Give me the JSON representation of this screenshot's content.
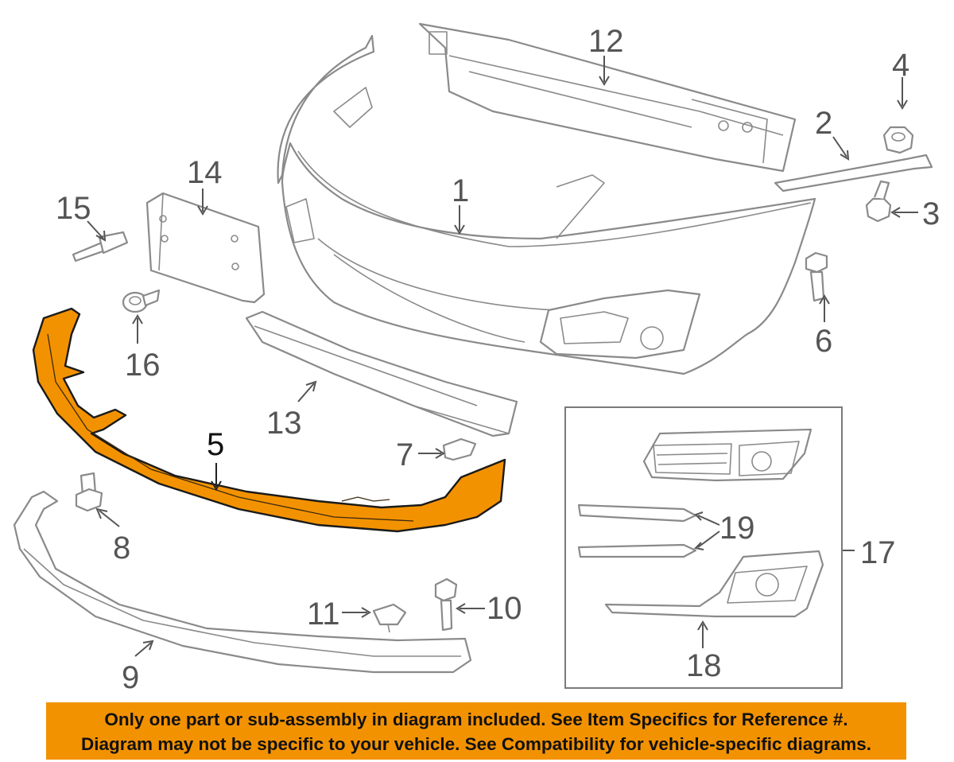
{
  "callouts": {
    "c1": "1",
    "c2": "2",
    "c3": "3",
    "c4": "4",
    "c5": "5",
    "c6": "6",
    "c7": "7",
    "c8": "8",
    "c9": "9",
    "c10": "10",
    "c11": "11",
    "c12": "12",
    "c13": "13",
    "c14": "14",
    "c15": "15",
    "c16": "16",
    "c17": "17",
    "c18": "18",
    "c19": "19"
  },
  "highlighted_part": "5",
  "colors": {
    "highlight": "#f39200",
    "line": "#8a8a8a",
    "text": "#555555"
  },
  "banner": {
    "line1": "Only one part or sub-assembly in diagram included. See Item Specifics for Reference #.",
    "line2": "Diagram may not be specific to your vehicle. See Compatibility for vehicle-specific diagrams."
  }
}
